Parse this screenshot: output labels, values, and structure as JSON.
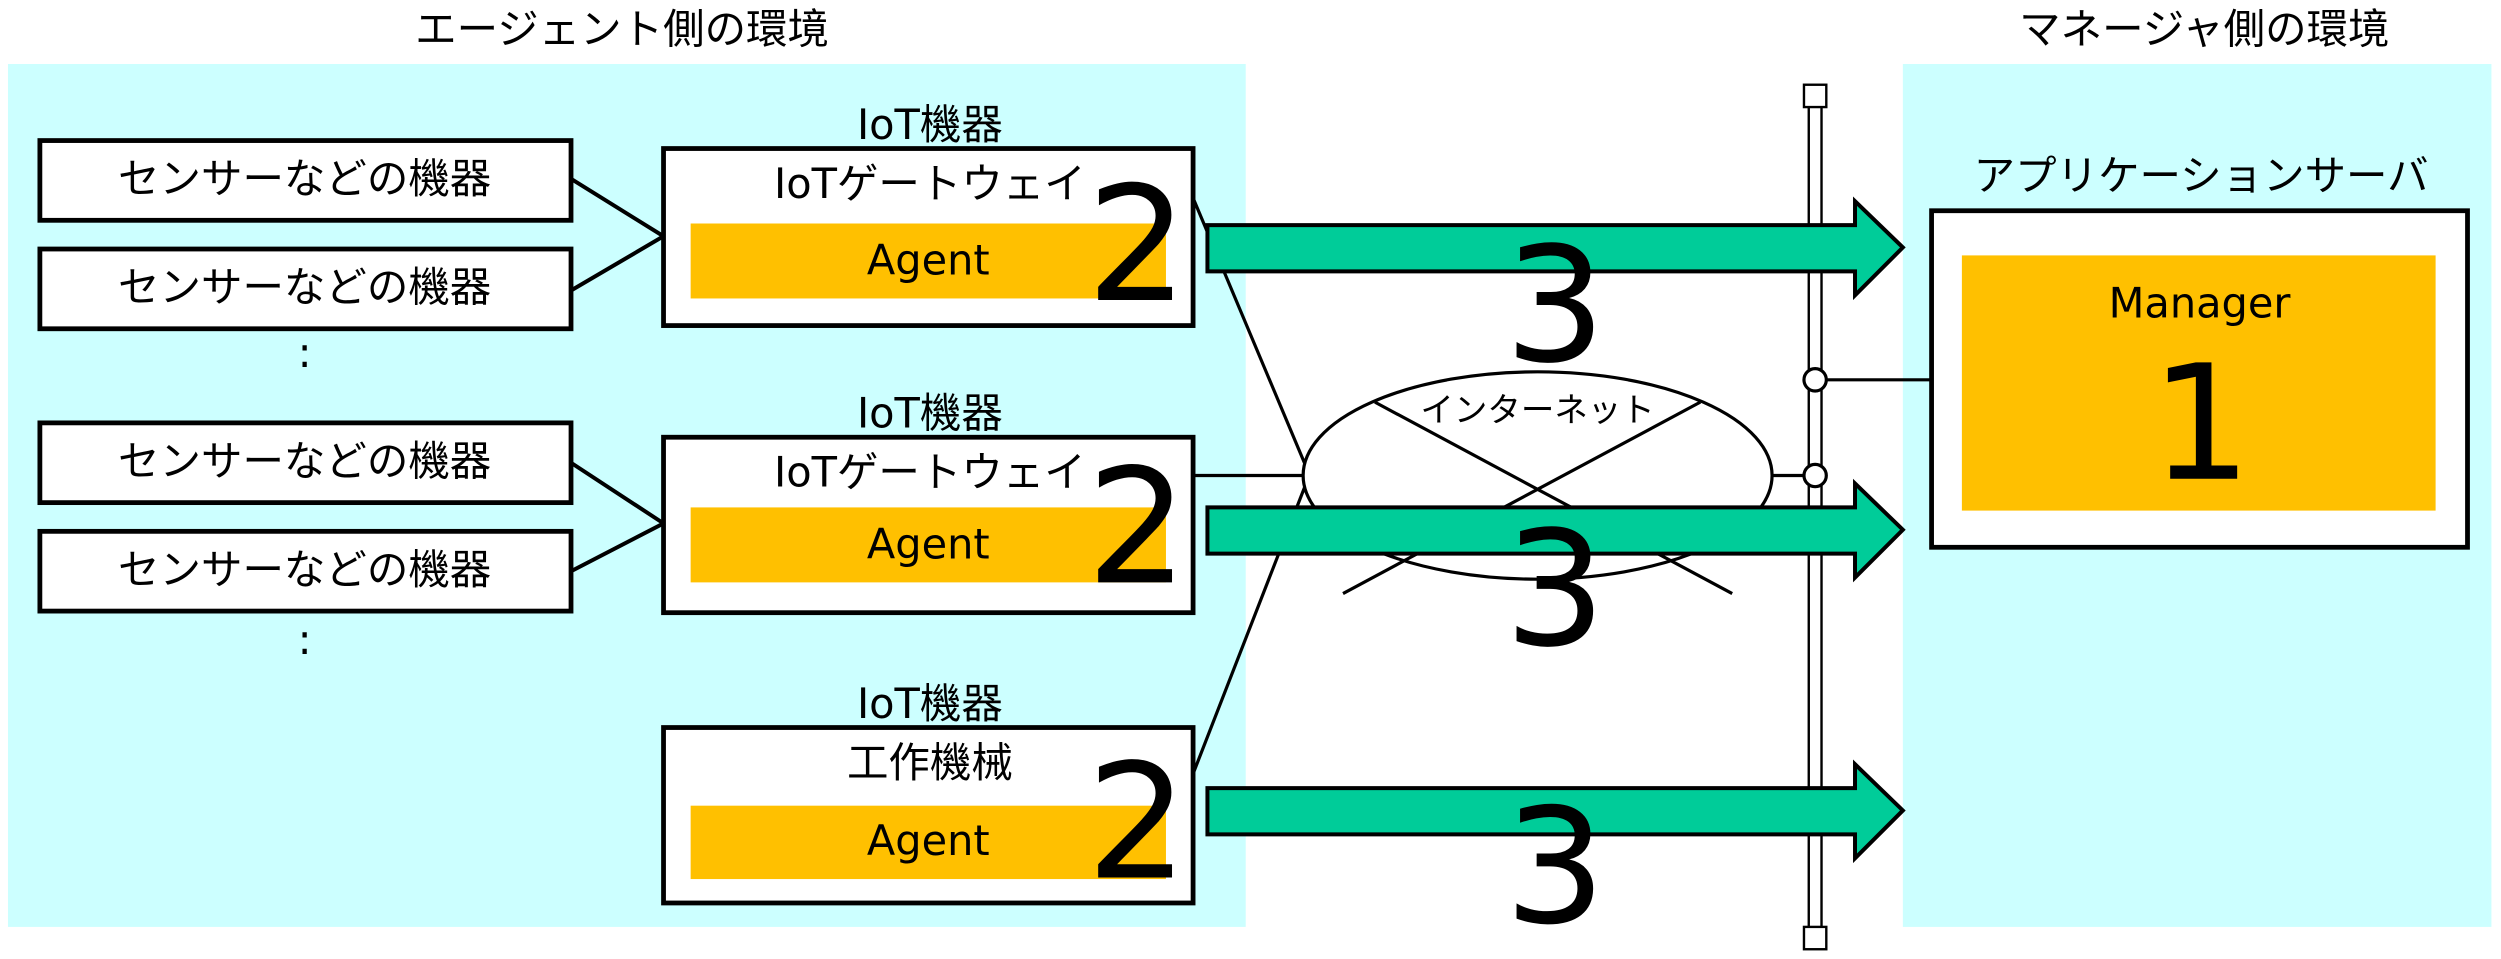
{
  "agent_env": {
    "title": "エージェント側の環境",
    "sensors": [
      "センサーなどの機器",
      "センサーなどの機器",
      "センサーなどの機器",
      "センサーなどの機器"
    ],
    "ellipsis": ":",
    "devices": [
      {
        "category": "IoT機器",
        "name": "IoTゲートウェイ",
        "agent": "Agent",
        "step": "2"
      },
      {
        "category": "IoT機器",
        "name": "IoTゲートウェイ",
        "agent": "Agent",
        "step": "2"
      },
      {
        "category": "IoT機器",
        "name": "工作機械",
        "agent": "Agent",
        "step": "2"
      }
    ]
  },
  "network": {
    "label": "インターネット",
    "arrow_steps": [
      "3",
      "3",
      "3"
    ]
  },
  "manager_env": {
    "title": "マネージャ側の環境",
    "server_label": "アプリケーションサーバ",
    "manager": "Manager",
    "step": "1"
  },
  "colors": {
    "panel": "#ccffff",
    "agent": "#ffc000",
    "arrow": "#00cc99"
  }
}
